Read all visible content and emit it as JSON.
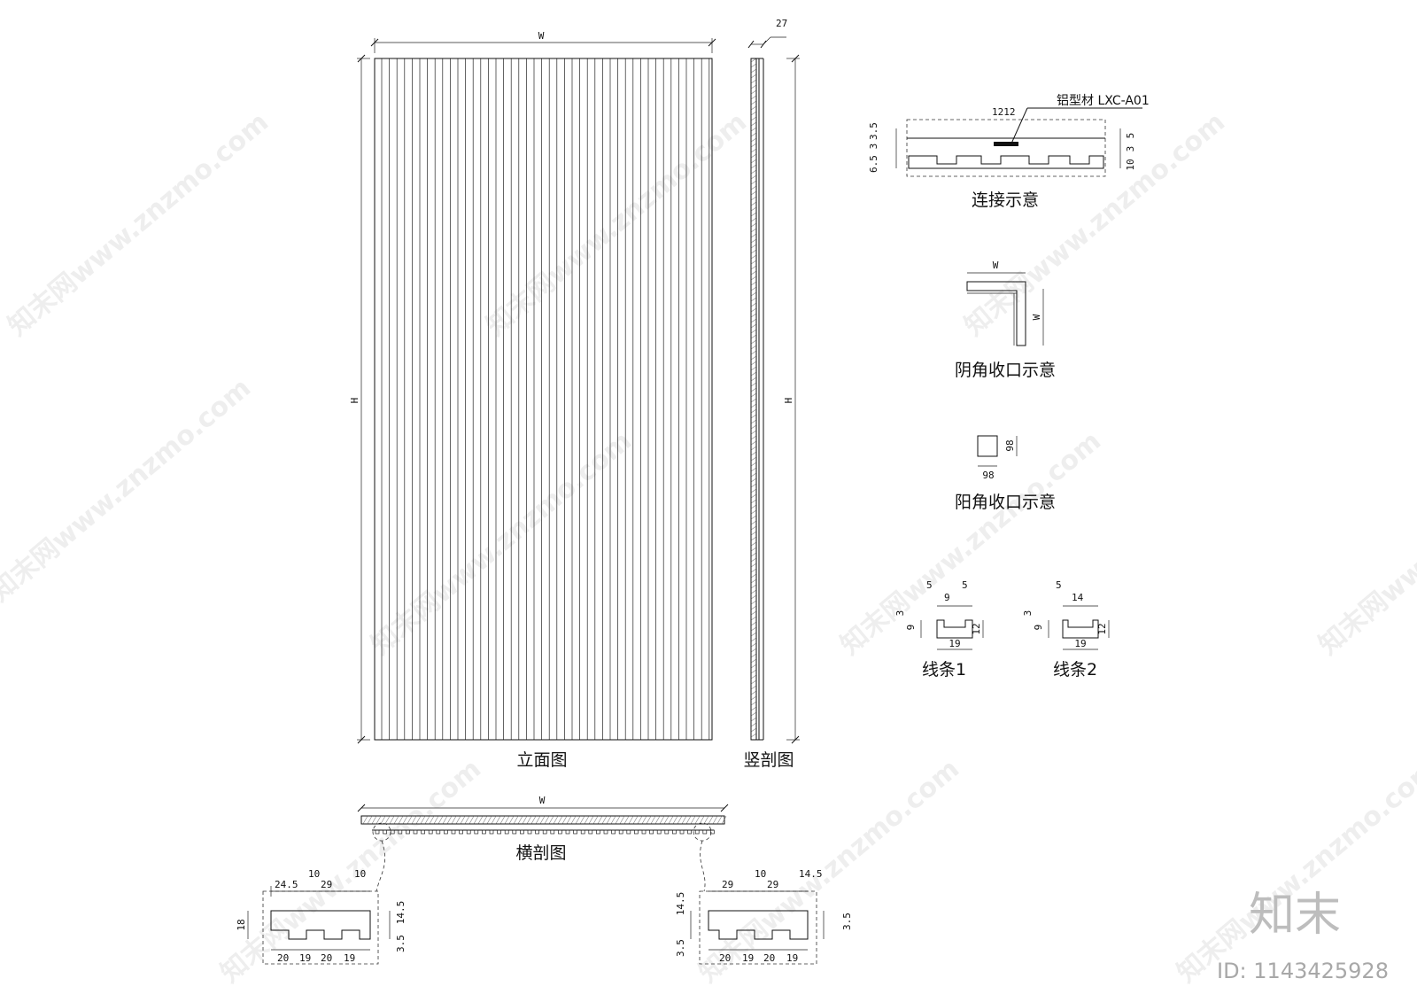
{
  "captions": {
    "elevation": "立面图",
    "vertical_section": "竖剖图",
    "horizontal_section": "横剖图",
    "connection": "连接示意",
    "inner_corner": "阴角收口示意",
    "outer_corner": "阳角收口示意",
    "strip1": "线条1",
    "strip2": "线条2"
  },
  "labels": {
    "profile": "铝型材 LXC-A01"
  },
  "dims": {
    "elev_w": "W",
    "elev_h": "H",
    "vsec_t": "27",
    "vsec_h": "H",
    "hsec_w": "W",
    "conn_top": "1212",
    "conn_l1": "6.5",
    "conn_l2": "3",
    "conn_l3": "3.5",
    "conn_r1": "10",
    "conn_r2": "3",
    "conn_r3": "5",
    "inner_w1": "W",
    "inner_w2": "W",
    "outer_a": "98",
    "outer_b": "98",
    "s1_top_a": "5",
    "s1_top_b": "9",
    "s1_top_c": "5",
    "s1_l1": "3",
    "s1_l2": "9",
    "s1_r": "12",
    "s1_bot": "19",
    "s2_top_a": "5",
    "s2_top_b": "14",
    "s2_l1": "3",
    "s2_l2": "9",
    "s2_r": "12",
    "s2_bot": "19",
    "dl_top": [
      "24.5",
      "10",
      "29",
      "10"
    ],
    "dl_left": "18",
    "dl_right": [
      "14.5",
      "3.5"
    ],
    "dl_bottom": [
      "20",
      "19",
      "20",
      "19"
    ],
    "dr_top": [
      "29",
      "10",
      "29",
      "14.5"
    ],
    "dr_left": [
      "14.5",
      "3.5"
    ],
    "dr_right": "3.5",
    "dr_bottom": [
      "20",
      "19",
      "20",
      "19"
    ]
  },
  "branding": {
    "logo": "知末",
    "id": "ID: 1143425928",
    "watermark": "知末网www.znzmo.com"
  }
}
